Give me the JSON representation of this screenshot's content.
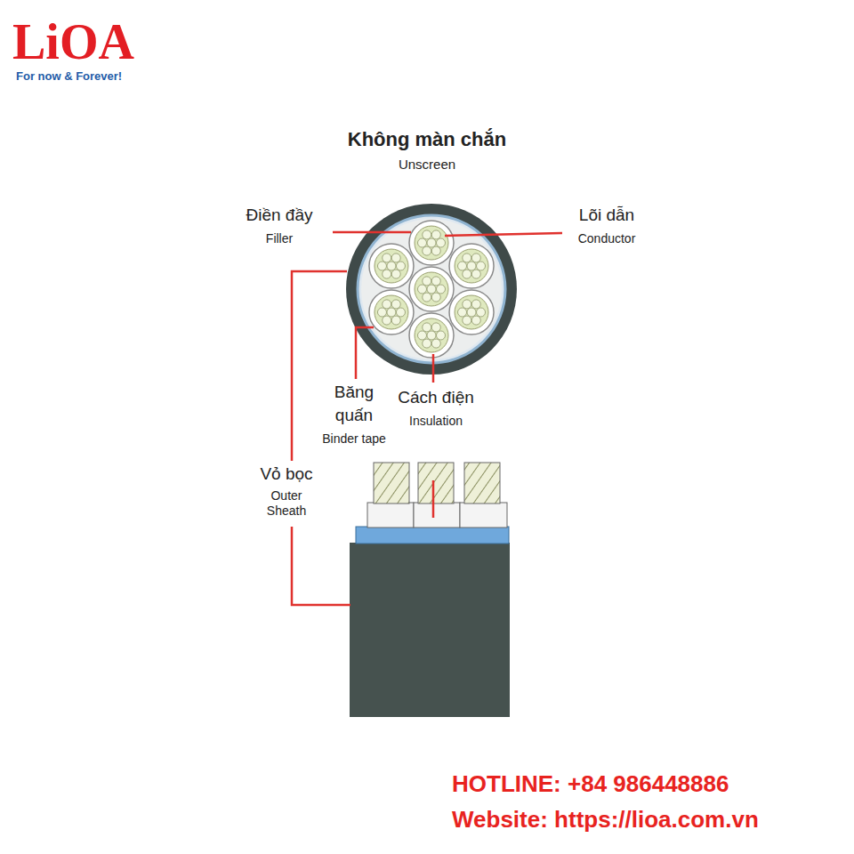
{
  "diagram": {
    "title": "Không màn chắn",
    "labels": [
      "LiOA",
      "For now & Forever!",
      "Unscreen",
      "Điền đầy",
      "Filler",
      "Lõi dẫn",
      "Conductor",
      "Băng quấn",
      "Binder tape",
      "Cách điện",
      "Insulation",
      "Vỏ bọc",
      "Outer Sheath",
      "HOTLINE: +84 986448886",
      "Website: https://lioa.com.vn"
    ]
  }
}
